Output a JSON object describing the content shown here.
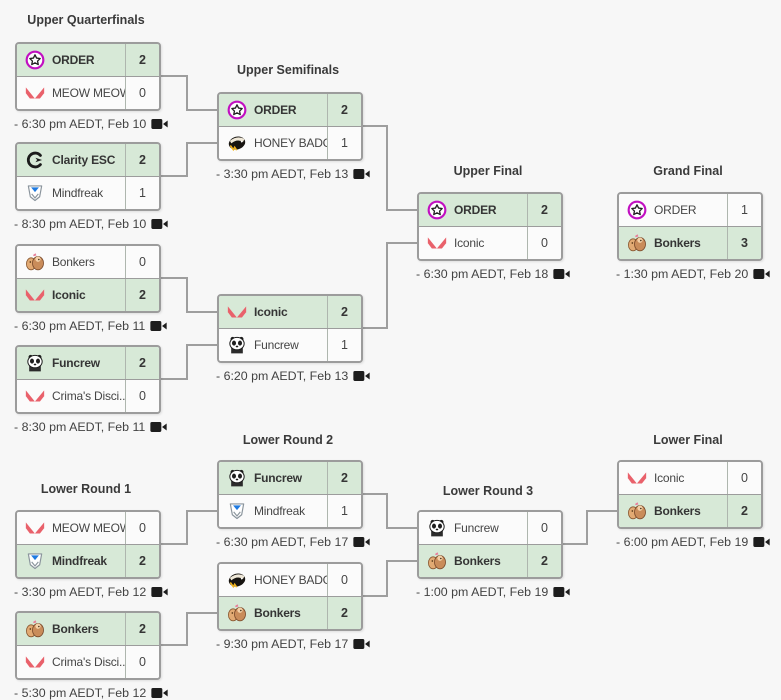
{
  "colors": {
    "page_bg": "#f7f7f7",
    "card_border": "#9c9c9c",
    "winner_row_bg": "#d7e9d7",
    "loser_row_bg": "#fbfbfb",
    "connector_line": "#9e9e9e",
    "text": "#424242",
    "valorant_red": "#e9616b",
    "order_magenta": "#c110c1",
    "mindfreak_blue": "#1f7ae0",
    "honey_badger_yellow": "#f2b41c"
  },
  "rounds": {
    "upper_quarterfinals": "Upper Quarterfinals",
    "upper_semifinals": "Upper Semifinals",
    "upper_final": "Upper Final",
    "grand_final": "Grand Final",
    "lower_round_1": "Lower Round 1",
    "lower_round_2": "Lower Round 2",
    "lower_round_3": "Lower Round 3",
    "lower_final": "Lower Final"
  },
  "icons": {
    "order": "order-star-badge-icon",
    "valorant": "valorant-v-logo-icon",
    "clarity_esc": "clarity-esc-c-arrow-icon",
    "mindfreak": "mindfreak-shield-icon",
    "honey_badgers": "honey-badger-icon",
    "bonkers": "bonkers-monkeys-icon",
    "funcrew": "funcrew-panda-icon",
    "videocam": "videocam-icon"
  },
  "matches": {
    "uqf1": {
      "team1": {
        "name": "ORDER",
        "score": "2",
        "winner": true
      },
      "team2": {
        "name": "MEOW MEOW",
        "score": "0",
        "winner": false
      },
      "datetime": "- 6:30 pm AEDT, Feb 10"
    },
    "uqf2": {
      "team1": {
        "name": "Clarity ESC",
        "score": "2",
        "winner": true
      },
      "team2": {
        "name": "Mindfreak",
        "score": "1",
        "winner": false
      },
      "datetime": "- 8:30 pm AEDT, Feb 10"
    },
    "uqf3": {
      "team1": {
        "name": "Bonkers",
        "score": "0",
        "winner": false
      },
      "team2": {
        "name": "Iconic",
        "score": "2",
        "winner": true
      },
      "datetime": "- 6:30 pm AEDT, Feb 11"
    },
    "uqf4": {
      "team1": {
        "name": "Funcrew",
        "score": "2",
        "winner": true
      },
      "team2": {
        "name": "Crima's Disci...",
        "score": "0",
        "winner": false
      },
      "datetime": "- 8:30 pm AEDT, Feb 11"
    },
    "usf1": {
      "team1": {
        "name": "ORDER",
        "score": "2",
        "winner": true
      },
      "team2": {
        "name": "HONEY BADG...",
        "score": "1",
        "winner": false
      },
      "datetime": "- 3:30 pm AEDT, Feb 13"
    },
    "usf2": {
      "team1": {
        "name": "Iconic",
        "score": "2",
        "winner": true
      },
      "team2": {
        "name": "Funcrew",
        "score": "1",
        "winner": false
      },
      "datetime": "- 6:20 pm AEDT, Feb 13"
    },
    "uf": {
      "team1": {
        "name": "ORDER",
        "score": "2",
        "winner": true
      },
      "team2": {
        "name": "Iconic",
        "score": "0",
        "winner": false
      },
      "datetime": "- 6:30 pm AEDT, Feb 18"
    },
    "gf": {
      "team1": {
        "name": "ORDER",
        "score": "1",
        "winner": false
      },
      "team2": {
        "name": "Bonkers",
        "score": "3",
        "winner": true
      },
      "datetime": "- 1:30 pm AEDT, Feb 20"
    },
    "lr1a": {
      "team1": {
        "name": "MEOW MEOW",
        "score": "0",
        "winner": false
      },
      "team2": {
        "name": "Mindfreak",
        "score": "2",
        "winner": true
      },
      "datetime": "- 3:30 pm AEDT, Feb 12"
    },
    "lr1b": {
      "team1": {
        "name": "Bonkers",
        "score": "2",
        "winner": true
      },
      "team2": {
        "name": "Crima's Disci...",
        "score": "0",
        "winner": false
      },
      "datetime": "- 5:30 pm AEDT, Feb 12"
    },
    "lr2a": {
      "team1": {
        "name": "Funcrew",
        "score": "2",
        "winner": true
      },
      "team2": {
        "name": "Mindfreak",
        "score": "1",
        "winner": false
      },
      "datetime": "- 6:30 pm AEDT, Feb 17"
    },
    "lr2b": {
      "team1": {
        "name": "HONEY BADG...",
        "score": "0",
        "winner": false
      },
      "team2": {
        "name": "Bonkers",
        "score": "2",
        "winner": true
      },
      "datetime": "- 9:30 pm AEDT, Feb 17"
    },
    "lr3": {
      "team1": {
        "name": "Funcrew",
        "score": "0",
        "winner": false
      },
      "team2": {
        "name": "Bonkers",
        "score": "2",
        "winner": true
      },
      "datetime": "- 1:00 pm AEDT, Feb 19"
    },
    "lf": {
      "team1": {
        "name": "Iconic",
        "score": "0",
        "winner": false
      },
      "team2": {
        "name": "Bonkers",
        "score": "2",
        "winner": true
      },
      "datetime": "- 6:00 pm AEDT, Feb 19"
    }
  }
}
